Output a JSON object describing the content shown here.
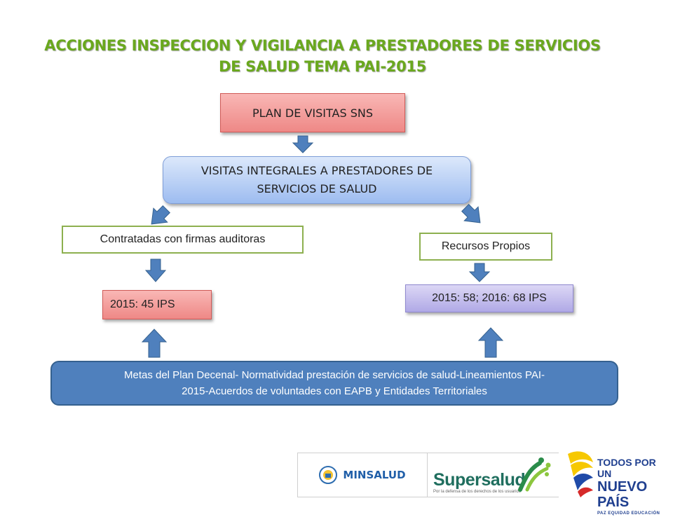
{
  "title": {
    "line1": "ACCIONES INSPECCION Y VIGILANCIA A PRESTADORES DE SERVICIOS",
    "line2": "DE SALUD TEMA  PAI-2015"
  },
  "nodes": {
    "plan": "PLAN DE VISITAS SNS",
    "visitas_line1": "VISITAS INTEGRALES A PRESTADORES DE",
    "visitas_line2": "SERVICIOS DE SALUD",
    "contratadas": "Contratadas con firmas auditoras",
    "recursos": "Recursos Propios",
    "ips_left": "2015: 45 IPS",
    "ips_right": "2015: 58;  2016: 68 IPS",
    "metas_line1": "Metas del Plan Decenal- Normatividad prestación de servicios de salud-Lineamientos PAI-",
    "metas_line2": "2015-Acuerdos de voluntades con EAPB y Entidades Territoriales"
  },
  "logos": {
    "minsalud": "MINSALUD",
    "supersalud": "Supersalud",
    "supersalud_tagline": "Por la defensa de los derechos de los usuarios",
    "todos_line1": "TODOS POR UN",
    "todos_line2": "NUEVO PAÍS",
    "todos_line3": "PAZ  EQUIDAD  EDUCACIÓN"
  },
  "colors": {
    "title_green": "#6aa81e",
    "arrow_blue": "#4f80bd",
    "box_outline_green": "#8db04f",
    "metas_blue": "#4f80bd"
  }
}
